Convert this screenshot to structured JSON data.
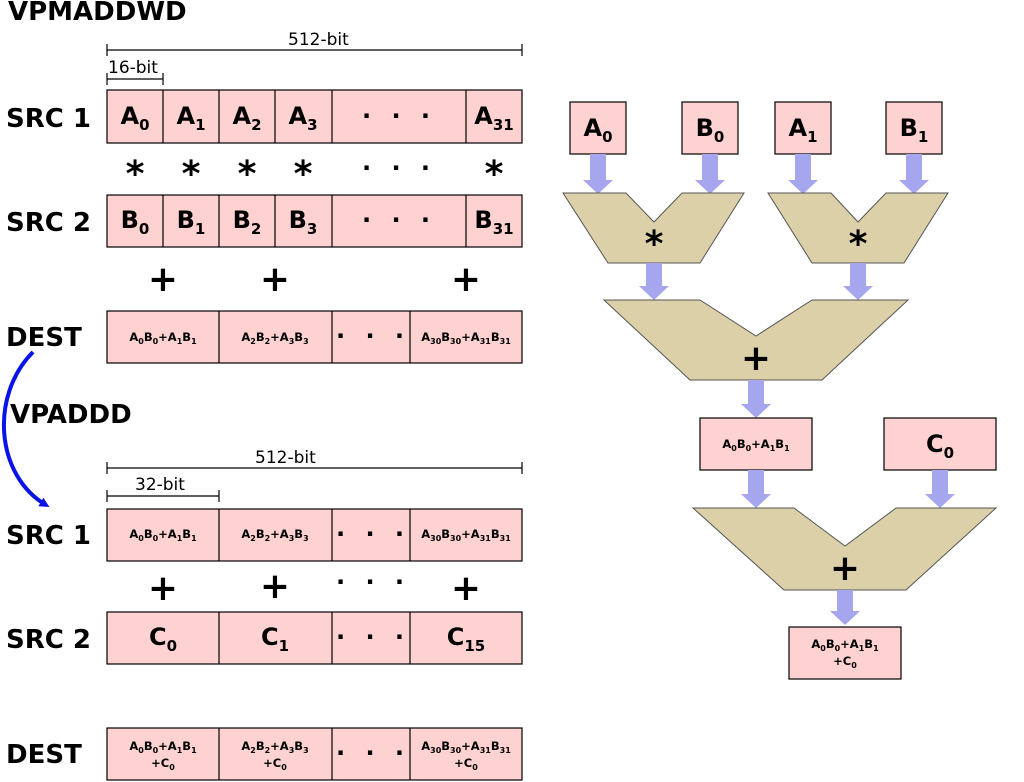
{
  "colors": {
    "cell_fill": "#ffd2d2",
    "unit_fill": "#dcd0a8",
    "flow_arrow": "#a6a6ee",
    "link_arrow": "#0a14e6"
  },
  "titles": {
    "vpmaddwd": "VPMADDWD",
    "vpaddd": "VPADDD"
  },
  "rows": {
    "src1": "SRC 1",
    "src2": "SRC 2",
    "dest": "DEST"
  },
  "dims": {
    "top_total": "512-bit",
    "top_elem": "16-bit",
    "bot_total": "512-bit",
    "bot_elem": "32-bit"
  },
  "ops": {
    "mul": "*",
    "add": "+",
    "ellipsis": "· · ·"
  },
  "cells": {
    "a0": [
      "A",
      "0"
    ],
    "a1": [
      "A",
      "1"
    ],
    "a2": [
      "A",
      "2"
    ],
    "a3": [
      "A",
      "3"
    ],
    "a31": [
      "A",
      "31"
    ],
    "b0": [
      "B",
      "0"
    ],
    "b1": [
      "B",
      "1"
    ],
    "b2": [
      "B",
      "2"
    ],
    "b3": [
      "B",
      "3"
    ],
    "b31": [
      "B",
      "31"
    ],
    "c0": [
      "C",
      "0"
    ],
    "c1": [
      "C",
      "1"
    ],
    "c15": [
      "C",
      "15"
    ]
  },
  "sums": {
    "s01": [
      "A",
      "0",
      "B",
      "0",
      "+A",
      "1",
      "B",
      "1"
    ],
    "s23": [
      "A",
      "2",
      "B",
      "2",
      "+A",
      "3",
      "B",
      "3"
    ],
    "s3031": [
      "A",
      "30",
      "B",
      "30",
      "+A",
      "31",
      "B",
      "31"
    ],
    "plus_c0": [
      "+C",
      "0"
    ]
  }
}
